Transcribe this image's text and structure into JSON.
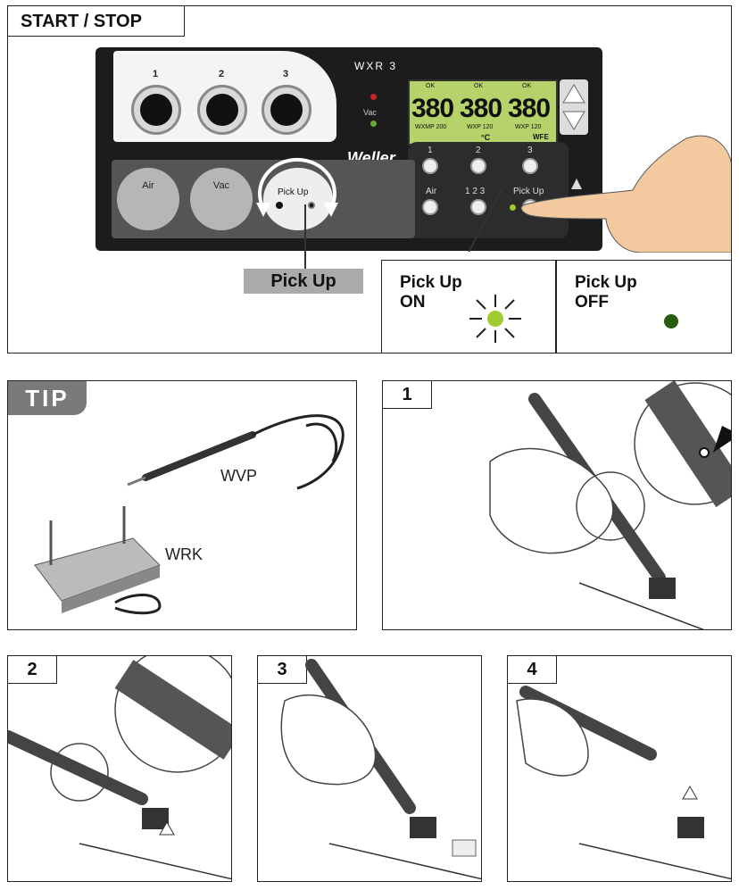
{
  "top": {
    "title": "START / STOP",
    "device": {
      "model": "WXR 3",
      "brand": "Weller",
      "vac_label": "Vac",
      "channels": [
        "1",
        "2",
        "3"
      ],
      "lcd": {
        "values": [
          "380",
          "380",
          "380"
        ],
        "status": [
          "OK",
          "OK",
          "OK"
        ],
        "tool_labels": [
          "WXMP 200",
          "WXP 120",
          "WXP 120"
        ],
        "unit": "°C",
        "mode": "WFE"
      },
      "knobs": [
        "Air",
        "Vac"
      ],
      "pickup_panel_label": "Pick Up",
      "buttons": {
        "air": "Air",
        "seq": "1  2  3",
        "pickup": "Pick Up"
      }
    },
    "pickup_label": "Pick Up",
    "on": {
      "line1": "Pick Up",
      "line2": "ON",
      "color": "#9ecb2d"
    },
    "off": {
      "line1": "Pick Up",
      "line2": "OFF",
      "color": "#2a5a10"
    }
  },
  "tip": {
    "tag": "TIP",
    "products": [
      "WVP",
      "WRK"
    ]
  },
  "steps": [
    "1",
    "2",
    "3",
    "4"
  ]
}
